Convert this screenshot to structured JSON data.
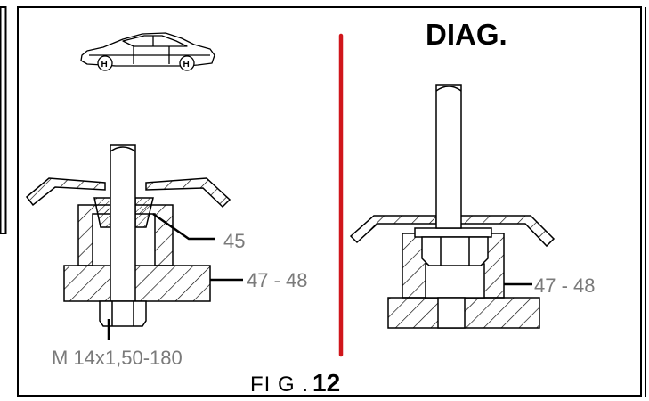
{
  "right_title": "DIAG.",
  "labels": {
    "left_ring": "45",
    "left_base": "47 - 48",
    "left_thread": "M 14x1,50-180",
    "right_base": "47 - 48"
  },
  "figure": {
    "prefix": "FI G .",
    "number": "12"
  },
  "colors": {
    "divider": "#d0161b",
    "line": "#000000",
    "label": "#7a7a7a"
  },
  "icons": [
    "car-icon"
  ]
}
